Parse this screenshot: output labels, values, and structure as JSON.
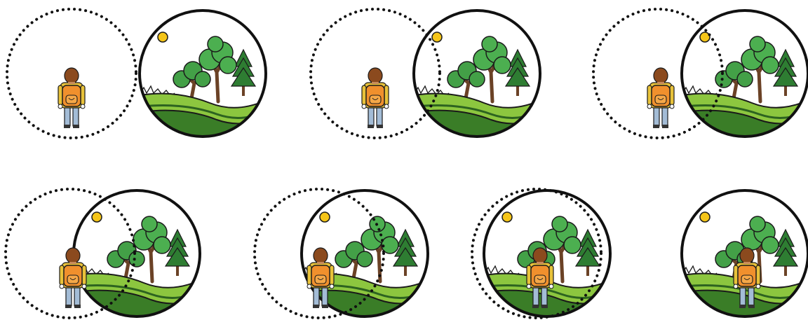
{
  "diagram": {
    "panel_count": 7,
    "rows": 2,
    "panels": [
      {
        "step": 1,
        "overlap": 0.0
      },
      {
        "step": 2,
        "overlap": 0.14
      },
      {
        "step": 3,
        "overlap": 0.16
      },
      {
        "step": 4,
        "overlap": 0.4
      },
      {
        "step": 5,
        "overlap": 0.54
      },
      {
        "step": 6,
        "overlap": 0.74
      },
      {
        "step": 7,
        "overlap": 1.0
      }
    ],
    "elements": {
      "person_circle_style": "dotted",
      "scene_circle_style": "solid",
      "person": "hiker-with-backpack",
      "scene": "landscape-with-trees-hills-and-sun"
    },
    "colors": {
      "sky": "#ffffff",
      "hill_light": "#8cc63f",
      "hill_dark": "#3a7d27",
      "tree_leaf": "#4caf50",
      "tree_trunk": "#6b4226",
      "pine": "#2e7d32",
      "sun": "#f5c518",
      "backpack": "#f0902d",
      "shirt": "#e8c23a",
      "pants": "#a3bcd6",
      "hair": "#8b4a1e",
      "outline": "#1a1a1a"
    }
  }
}
